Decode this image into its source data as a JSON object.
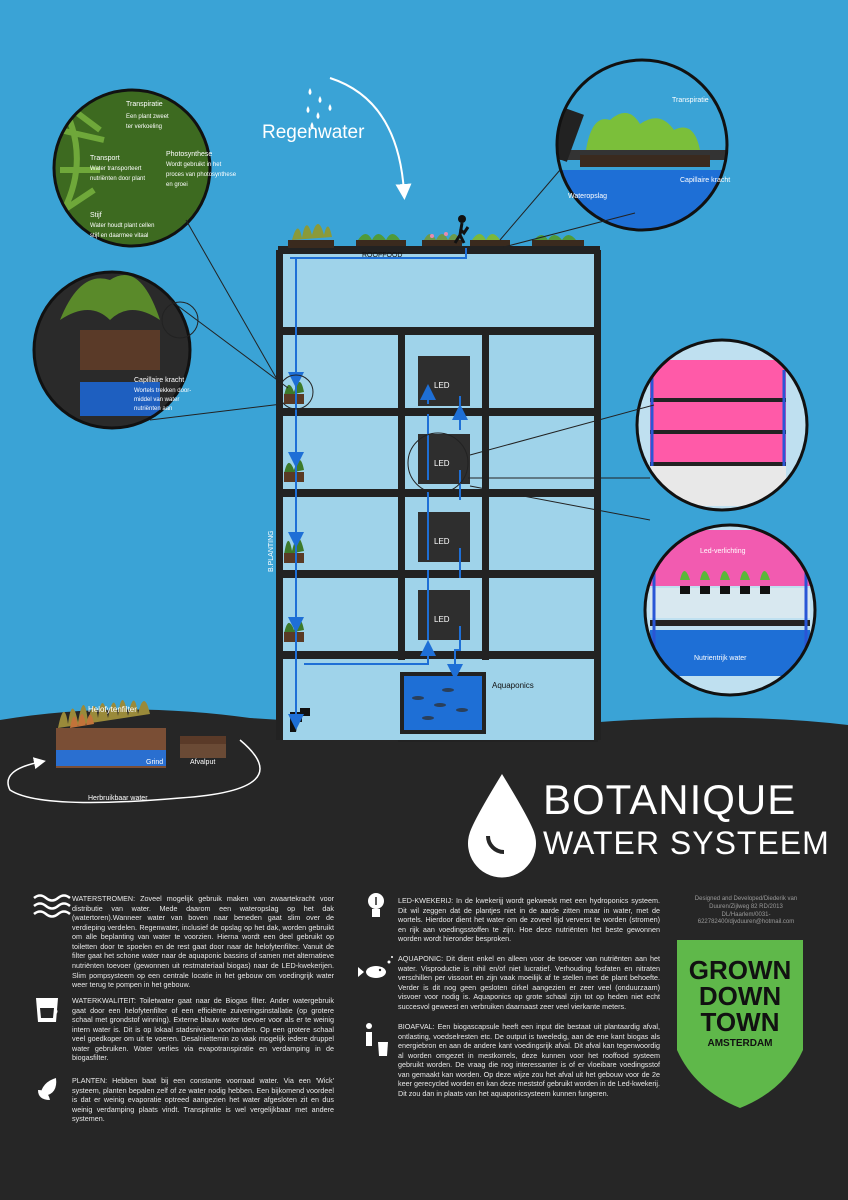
{
  "title": {
    "line1": "BOTANIQUE",
    "line2": "WATER SYSTEEM"
  },
  "labels": {
    "regenwater": "Regenwater",
    "rooffood": "ROOFFOOD",
    "bplanting": "B.PLANTING",
    "led": "LED",
    "aquaponics": "Aquaponics",
    "helofytenfilter": "Helofytenfilter",
    "grind": "Grind",
    "afvalput": "Afvalput",
    "herbruikbaar": "Herbruikbaar water"
  },
  "circle_topleft": {
    "transpiratie_title": "Transpiratie",
    "transpiratie_text1": "Een plant zweet",
    "transpiratie_text2": "ter verkoeling",
    "transport_title": "Transport",
    "transport_text1": "Water transporteert",
    "transport_text2": "nutriënten door plant",
    "photosynthese_title": "Photosynthese",
    "photosynthese_text1": "Wordt gebruikt in het",
    "photosynthese_text2": "proces van photosynthese",
    "photosynthese_text3": "en groei",
    "stijf_title": "Stijf",
    "stijf_text1": "Water houdt plant cellen",
    "stijf_text2": "stijf en daarmee vitaal"
  },
  "circle_midleft": {
    "title": "Capillaire kracht",
    "text1": "Wortels trekken door-",
    "text2": "middel van water",
    "text3": "nutriënten aan"
  },
  "circle_topright": {
    "transpiratie": "Transpiratie",
    "wateropslag": "Wateropslag",
    "capillaire": "Capillaire kracht"
  },
  "circle_bottomright": {
    "led": "Led-verlichting",
    "water": "Nutrientrijk water"
  },
  "paragraphs": {
    "waterstromen": "WATERSTROMEN: Zoveel mogelijk gebruik maken van zwaartekracht voor distributie van water. Mede daarom een wateropslag op het dak (watertoren).Wanneer water van boven naar beneden gaat slim over de verdieping verdelen. Regenwater, inclusief de opslag op het dak, worden gebruikt om alle beplanting van water te voorzien. Hierna wordt een deel gebruikt op toiletten door te spoelen en de rest gaat door naar de helofytenfilter. Vanuit de filter gaat het schone water naar de aquaponic bassins of samen met alternatieve nutriënten toevoer (gewonnen uit restmateriaal biogas) naar de LED-kwekerijen. Slim pompsysteem op een centrale locatie in het gebouw om voedingrijk water weer terug te pompen in het gebouw.",
    "waterkwaliteit": "WATERKWALITEIT: Toiletwater gaat naar de Biogas filter. Ander watergebruik gaat door een helofytenfilter of een efficiënte zuiveringsinstallatie (op grotere schaal met grondstof winning). Externe blauw water toevoer voor als er te weinig intern water is. Dit is op lokaal stadsniveau voorhanden. Op een grotere schaal veel goedkoper om uit te voeren. Desalniettemin zo vaak mogelijk iedere druppel water gebruiken. Water verlies via evapotranspiratie en verdamping in de biogasfilter.",
    "planten": "PLANTEN: Hebben baat bij een constante voorraad water. Via een 'Wick' systeem, planten bepalen zelf of ze water nodig hebben. Een bijkomend voordeel is dat er weinig evaporatie optreed aangezien het water afgesloten zit en dus weinig verdamping plaats vindt. Transpiratie is wel vergelijkbaar met andere systemen.",
    "led": "LED-KWEKERIJ: In de kwekerijj wordt gekweekt met een hydroponics systeem. Dit wil zeggen dat de plantjes niet in de aarde zitten maar in water, met de wortels. Hierdoor dient het water om de zoveel tijd ververst te worden (stromen) en rijk aan voedingsstoffen te zijn. Hoe deze nutriënten het beste gewonnen worden wordt hieronder besproken.",
    "aquaponic": "AQUAPONIC: Dit dient enkel en alleen voor de toevoer van nutriënten aan het water. Visproductie is nihil en/of niet lucratief. Verhouding fosfaten en nitraten verschillen per vissoort en zijn vaak moeilijk af te stellen met de plant behoefte. Verder is dit nog geen gesloten cirkel aangezien er zeer veel (onduurzaam) visvoer voor nodig is. Aquaponics op grote schaal zijn tot op heden niet echt succesvol geweest en verbruiken daarnaast zeer veel vierkante meters.",
    "bioafval": "BIOAFVAL: Een biogascapsule heeft een input die bestaat uit plantaardig afval, ontlasting, voedselresten etc. De output is tweeledig, aan de ene kant biogas als energiebron en aan de andere kant voedingsrijk afval. Dit afval kan tegenwoordig al worden omgezet in mestkorrels, deze kunnen voor het rooffood systeem gebruikt worden. De vraag die nog interessanter is of er vloeibare voedingsstof van gemaakt kan worden. Op deze wijze zou het afval uit het gebouw voor de 2e keer gerecycled worden en kan deze meststof gebruikt worden in de Led-kwekerij. Dit zou dan in plaats van het aquaponicsysteem kunnen fungeren."
  },
  "credit": "Designed and Developed/Diederik van Duuren/Zijlweg 82 RD/2013 DL/Haarlem/0031-622782400/djvduuren@hotmail.com",
  "logo": {
    "line1": "GROWN",
    "line2": "DOWN",
    "line3": "TOWN",
    "line4": "AMSTERDAM"
  },
  "colors": {
    "sky": "#3aa3d6",
    "ground": "#262626",
    "water": "#1e6fd6",
    "building": "#9fd3ea",
    "logo": "#5fb84a"
  }
}
